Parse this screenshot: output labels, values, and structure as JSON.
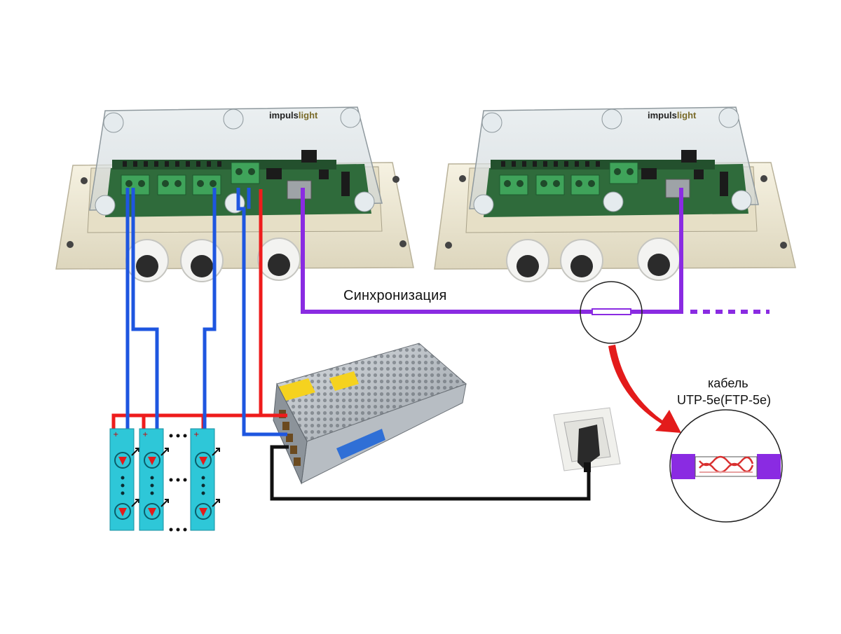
{
  "labels": {
    "sync": "Синхронизация",
    "cable_line1": "кабель",
    "cable_line2": "UTP-5e(FTP-5e)"
  },
  "brand": {
    "part1": "impuls",
    "part2": "light"
  },
  "colors": {
    "data_wire": "#1e56e0",
    "power_wire": "#ee1c1c",
    "sync_wire": "#8a2be2",
    "mains_wire": "#111111",
    "led_strip": "#2ec7d8",
    "enclosure": "#efe9d4",
    "pcb": "#2f6b3b",
    "callout_arrow": "#e31b1b"
  },
  "icons": [
    "controller-box",
    "power-supply",
    "wall-socket",
    "led-strip",
    "magnifier-circle",
    "twisted-pair-icon"
  ]
}
